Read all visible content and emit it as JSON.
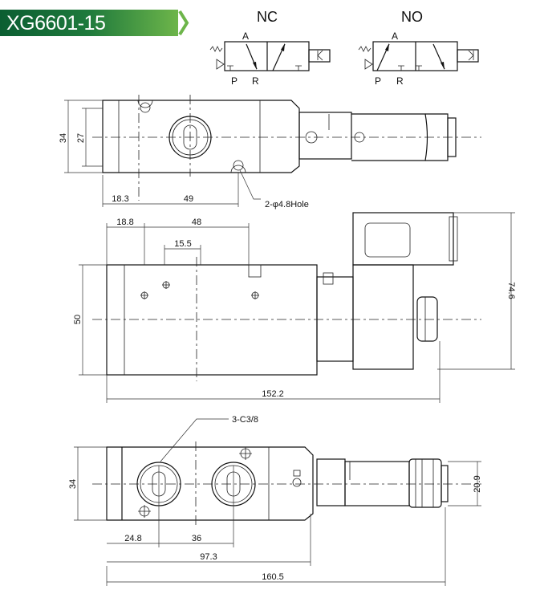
{
  "header": {
    "title": "XG6601-15",
    "accent_start": "#0b5e32",
    "accent_end": "#6db54a"
  },
  "symbols": {
    "nc": {
      "label": "NC",
      "port_a": "A",
      "port_p": "P",
      "port_r": "R"
    },
    "no": {
      "label": "NO",
      "port_a": "A",
      "port_p": "P",
      "port_r": "R"
    }
  },
  "top_view": {
    "dim_height": "34",
    "dim_inner": "27",
    "dim_left": "18.3",
    "dim_holes": "49",
    "hole_note": "2-φ4.8Hole"
  },
  "side_view": {
    "dim_left": "18.8",
    "dim_span": "48",
    "dim_small": "15.5",
    "dim_height": "50",
    "dim_total_height": "74.6",
    "dim_length": "152.2"
  },
  "bottom_view": {
    "port_note": "3-C3/8",
    "dim_height": "34",
    "dim_coil": "20.9",
    "dim_left": "24.8",
    "dim_ports": "36",
    "dim_body": "97.3",
    "dim_total": "160.5"
  }
}
